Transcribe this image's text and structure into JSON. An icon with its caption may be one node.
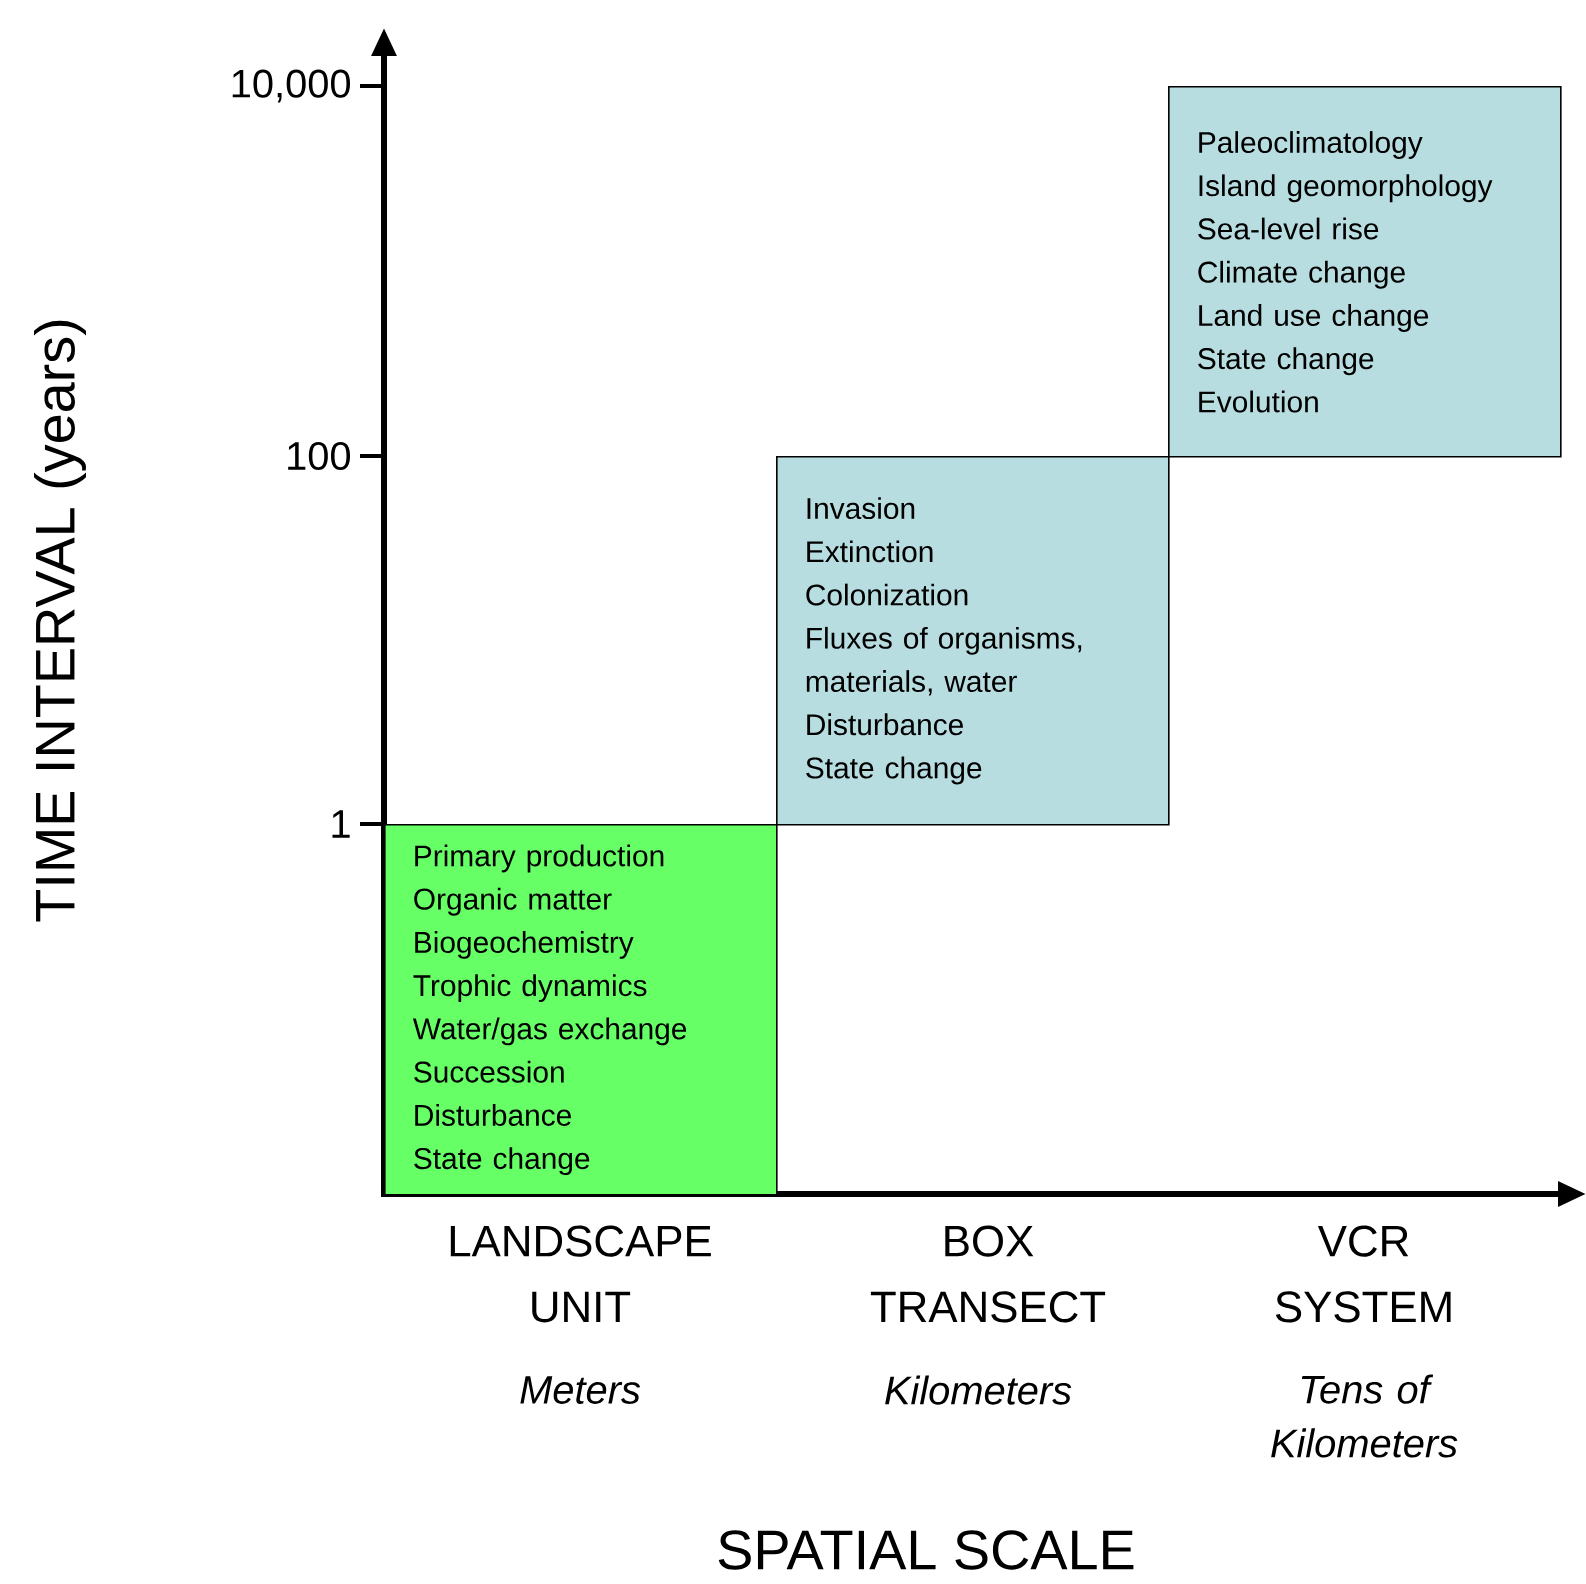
{
  "diagram": {
    "nodes": [
      {
        "text": [
          "Primary production",
          "Organic matter",
          "Biogeochemistry",
          "Trophic dynamics",
          "Water/gas exchange",
          "Succession",
          "Disturbance",
          "State change"
        ]
      },
      {
        "text": [
          "Invasion",
          "Extinction",
          "Colonization",
          "Fluxes of organisms, materials, water",
          "Disturbance",
          "State change"
        ]
      },
      {
        "text": [
          "Paleoclimatology",
          "Island geomorphology",
          "Sea-level rise",
          "Climate change",
          "Land use change",
          "State change",
          "Evolution"
        ]
      }
    ],
    "edges": [],
    "labels": [
      "10,000",
      "100",
      "1",
      "TIME INTERVAL (years)",
      "LANDSCAPE UNIT",
      "Meters",
      "BOX TRANSECT",
      "Kilometers",
      "VCR SYSTEM",
      "Tens of Kilometers",
      "SPATIAL SCALE"
    ]
  }
}
